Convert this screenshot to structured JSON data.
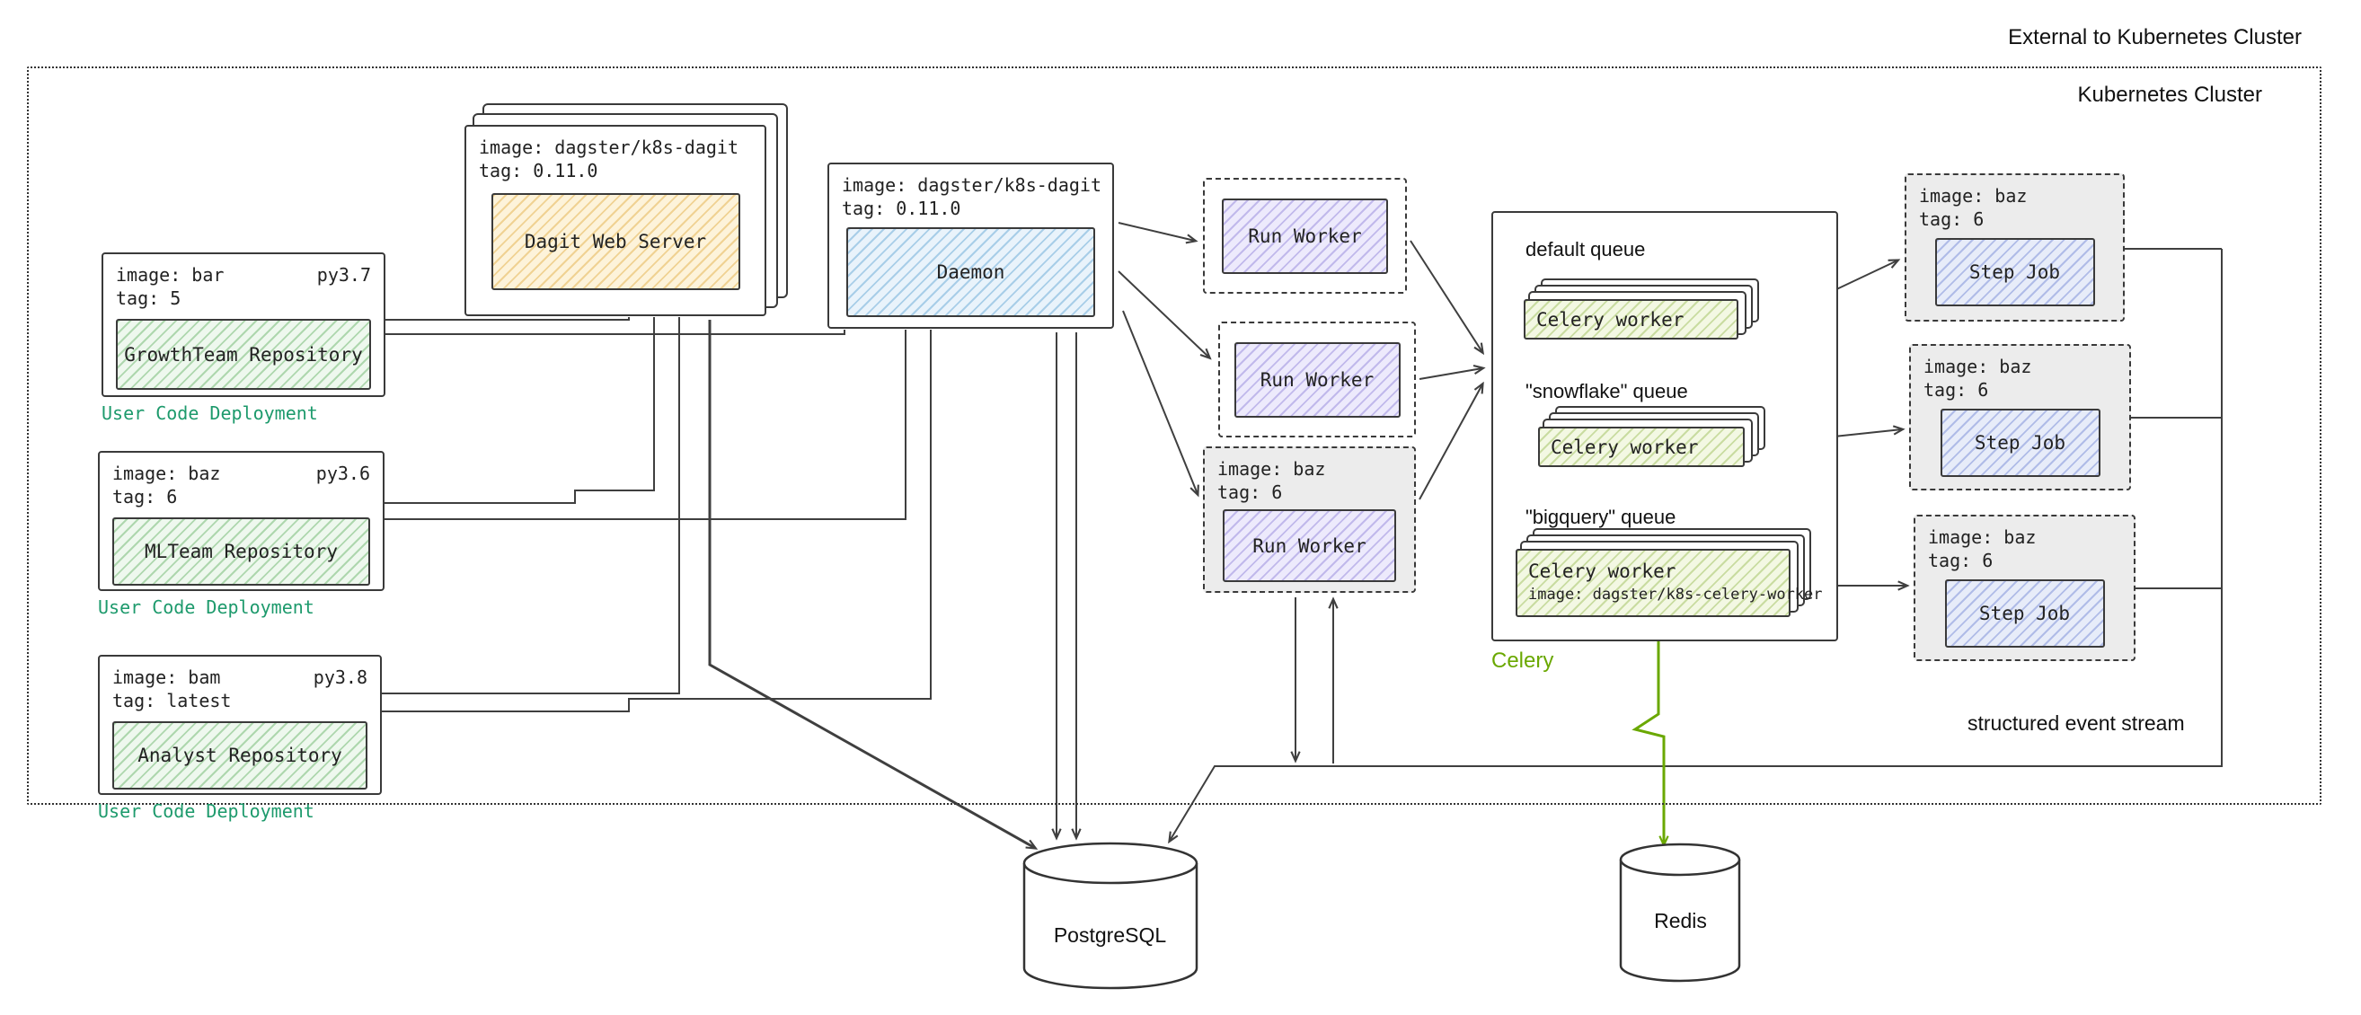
{
  "labels": {
    "external": "External to Kubernetes Cluster",
    "cluster": "Kubernetes Cluster",
    "event_stream": "structured event stream"
  },
  "deployments": [
    {
      "image": "image: bar",
      "tag": "tag: 5",
      "py": "py3.7",
      "repo": "GrowthTeam Repository",
      "caption": "User Code Deployment"
    },
    {
      "image": "image: baz",
      "tag": "tag: 6",
      "py": "py3.6",
      "repo": "MLTeam Repository",
      "caption": "User Code Deployment"
    },
    {
      "image": "image: bam",
      "tag": "tag: latest",
      "py": "py3.8",
      "repo": "Analyst Repository",
      "caption": "User Code Deployment"
    }
  ],
  "dagit": {
    "image": "image: dagster/k8s-dagit",
    "tag": "tag: 0.11.0",
    "label": "Dagit Web Server"
  },
  "daemon": {
    "image": "image: dagster/k8s-dagit",
    "tag": "tag: 0.11.0",
    "label": "Daemon"
  },
  "run_workers": [
    {
      "label": "Run Worker"
    },
    {
      "label": "Run Worker"
    },
    {
      "image": "image: baz",
      "tag": "tag: 6",
      "label": "Run Worker"
    }
  ],
  "celery": {
    "caption": "Celery",
    "queues": [
      {
        "name": "default queue",
        "worker": "Celery worker"
      },
      {
        "name": "\"snowflake\" queue",
        "worker": "Celery worker"
      },
      {
        "name": "\"bigquery\" queue",
        "worker": "Celery worker",
        "worker_image": "image: dagster/k8s-celery-worker"
      }
    ]
  },
  "step_jobs": [
    {
      "image": "image: baz",
      "tag": "tag: 6",
      "label": "Step Job"
    },
    {
      "image": "image: baz",
      "tag": "tag: 6",
      "label": "Step Job"
    },
    {
      "image": "image: baz",
      "tag": "tag: 6",
      "label": "Step Job"
    }
  ],
  "databases": {
    "postgres": "PostgreSQL",
    "redis": "Redis"
  },
  "colors": {
    "repo_fill": "#eef8ee",
    "dagit_fill": "#fdf3da",
    "daemon_fill": "#e9f3fb",
    "run_worker_fill": "#edeafc",
    "step_job_fill": "#e7ecf9",
    "celery_worker_fill": "#f3f8e3",
    "deployment_caption": "#1d9a6c",
    "celery_green": "#6aa800",
    "line": "#3f3f3f"
  }
}
